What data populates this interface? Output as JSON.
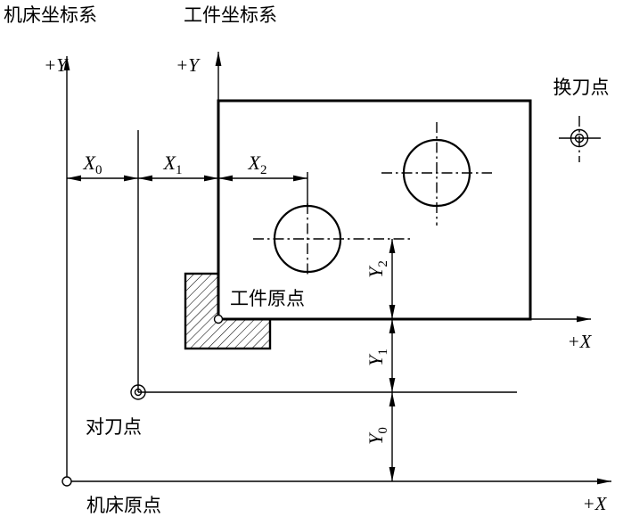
{
  "colors": {
    "line": "#000000",
    "background": "#ffffff"
  },
  "labels": {
    "machine_cs": "机床坐标系",
    "workpiece_cs": "工件坐标系",
    "tool_change_point": "换刀点",
    "workpiece_origin": "工件原点",
    "tool_setting_point": "对刀点",
    "machine_origin": "机床原点"
  },
  "axes": {
    "machine": {
      "y_label": "+Y",
      "x_label": "+X"
    },
    "workpiece": {
      "y_label": "+Y",
      "x_label": "+X"
    }
  },
  "dimensions": {
    "x0": {
      "name": "X",
      "sub": "0"
    },
    "x1": {
      "name": "X",
      "sub": "1"
    },
    "x2": {
      "name": "X",
      "sub": "2"
    },
    "y0": {
      "name": "Y",
      "sub": "0"
    },
    "y1": {
      "name": "Y",
      "sub": "1"
    },
    "y2": {
      "name": "Y",
      "sub": "2"
    }
  }
}
